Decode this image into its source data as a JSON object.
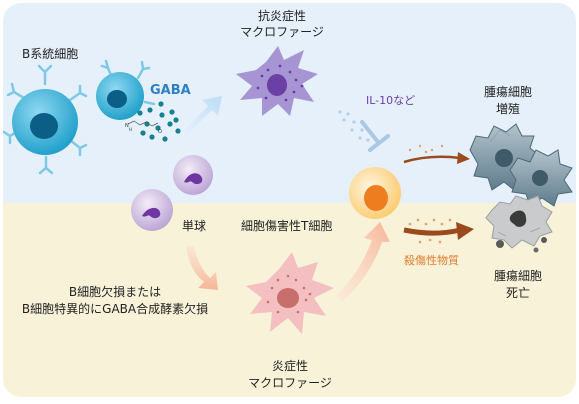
{
  "panels": {
    "top_color": "#e6f0fb",
    "bottom_color": "#f8f2d9"
  },
  "labels": {
    "b_cell": "B系統細胞",
    "gaba": "GABA",
    "anti_macro_line1": "抗炎症性",
    "anti_macro_line2": "マクロファージ",
    "il10": "IL-10など",
    "tumor_growth_line1": "腫瘍細胞",
    "tumor_growth_line2": "増殖",
    "monocyte": "単球",
    "ctl": "細胞傷害性T細胞",
    "cytotoxic": "殺傷性物質",
    "tumor_death_line1": "腫瘍細胞",
    "tumor_death_line2": "死亡",
    "deficiency_line1": "B細胞欠損または",
    "deficiency_line2": "B細胞特異的にGABA合成酵素欠損",
    "inflam_macro_line1": "炎症性",
    "inflam_macro_line2": "マクロファージ"
  },
  "molecule_labels": {
    "n": "N",
    "o": "O",
    "h": "H"
  },
  "colors": {
    "b_cell": "#2eaed6",
    "b_cell_nucleus": "#0b5f86",
    "gaba_text": "#2e7fc4",
    "gaba_dots": "#15808e",
    "anti_macro": "#a794d3",
    "anti_macro_nucleus": "#6a3fa6",
    "monocyte": "#c9b6de",
    "monocyte_nucleus": "#6f35a2",
    "inflam_macro": "#f3bfc0",
    "inflam_macro_nucleus": "#c96f6b",
    "ctl": "#fbd07c",
    "ctl_nucleus": "#ee7d1f",
    "tumor": "#6f8f9f",
    "tumor_dead": "#c9cbcd",
    "arrow_brown": "#9b4a1e",
    "cytotoxic_text": "#e07a2a",
    "il10_text": "#6a3fa6",
    "arrow_pale": "#f6b59a"
  }
}
